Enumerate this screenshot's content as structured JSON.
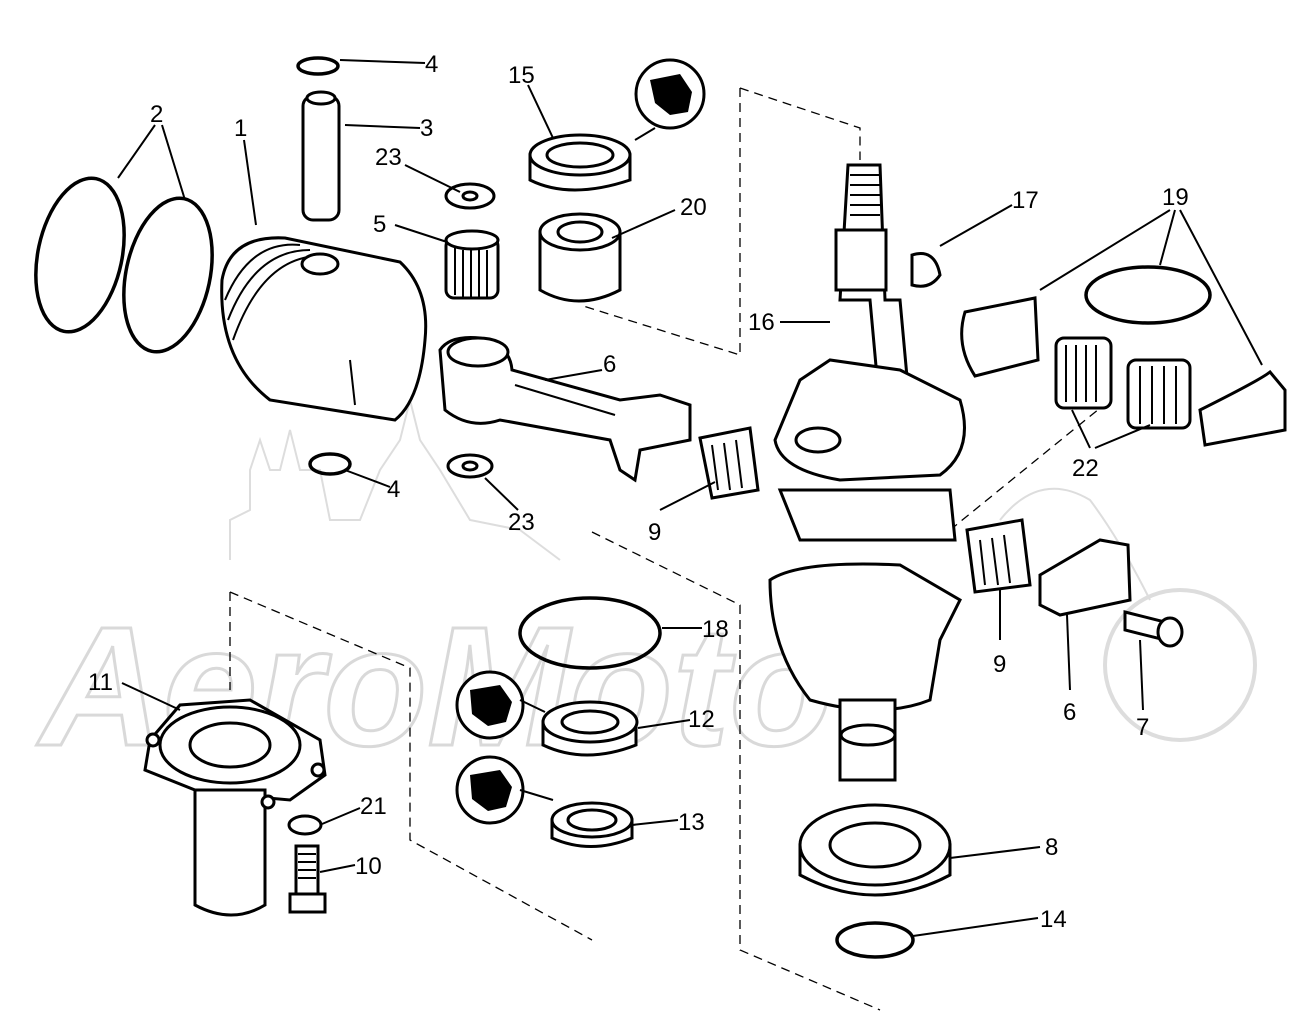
{
  "watermark": {
    "text": "AeroMoto",
    "color": "#d9d9d9"
  },
  "colors": {
    "line": "#000000",
    "background": "#ffffff"
  },
  "callouts": {
    "c1": "1",
    "c2": "2",
    "c3": "3",
    "c4a": "4",
    "c4b": "4",
    "c5": "5",
    "c6a": "6",
    "c6b": "6",
    "c7": "7",
    "c8": "8",
    "c9a": "9",
    "c9b": "9",
    "c10": "10",
    "c11": "11",
    "c12": "12",
    "c13": "13",
    "c14": "14",
    "c15": "15",
    "c16": "16",
    "c17": "17",
    "c18": "18",
    "c19": "19",
    "c20": "20",
    "c21": "21",
    "c22": "22",
    "c23a": "23",
    "c23b": "23"
  },
  "icons": {
    "lubricant_symbols": [
      "grease-symbol-icon",
      "grease-symbol-icon",
      "grease-symbol-icon"
    ]
  }
}
